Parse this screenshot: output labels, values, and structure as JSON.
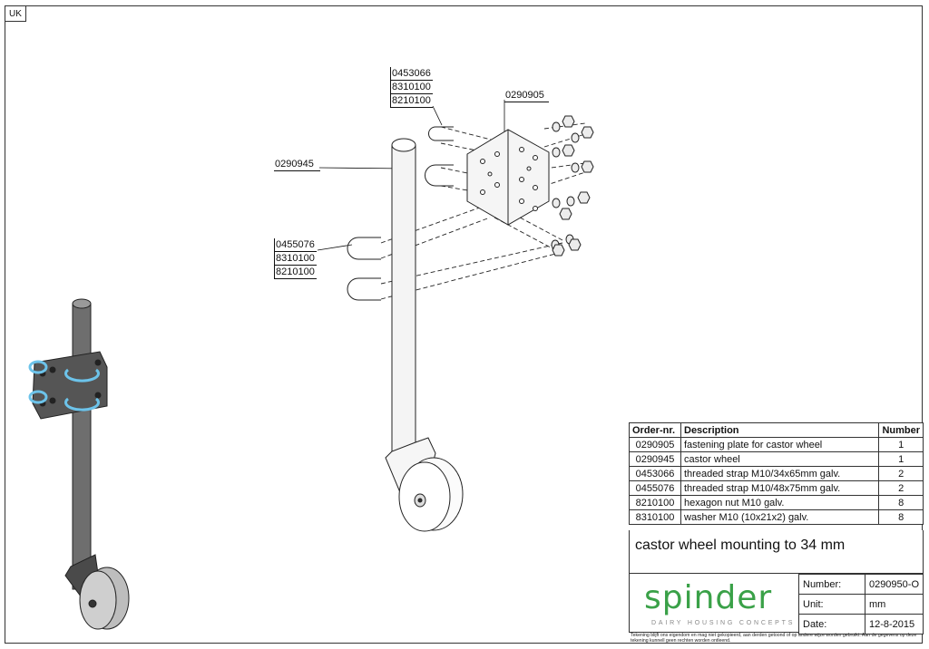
{
  "language_code": "UK",
  "callouts": {
    "strap_small": [
      "0453066",
      "8310100",
      "8210100"
    ],
    "plate": "0290905",
    "wheel": "0290945",
    "strap_large": [
      "0455076",
      "8310100",
      "8210100"
    ]
  },
  "parts_table": {
    "headers": {
      "order": "Order-nr.",
      "description": "Description",
      "number": "Number"
    },
    "rows": [
      {
        "order": "0290905",
        "description": "fastening plate for castor wheel",
        "number": "1"
      },
      {
        "order": "0290945",
        "description": "castor wheel",
        "number": "1"
      },
      {
        "order": "0453066",
        "description": "threaded strap M10/34x65mm galv.",
        "number": "2"
      },
      {
        "order": "0455076",
        "description": "threaded strap M10/48x75mm galv.",
        "number": "2"
      },
      {
        "order": "8210100",
        "description": "hexagon nut M10 galv.",
        "number": "8"
      },
      {
        "order": "8310100",
        "description": "washer M10 (10x21x2) galv.",
        "number": "8"
      }
    ]
  },
  "drawing_title": "castor wheel mounting to 34 mm",
  "logo": {
    "name": "spinder",
    "tagline": "DAIRY HOUSING CONCEPTS",
    "color": "#3aa148"
  },
  "meta": {
    "number_label": "Number:",
    "number_value": "0290950-O",
    "unit_label": "Unit:",
    "unit_value": "mm",
    "date_label": "Date:",
    "date_value": "12-8-2015"
  },
  "disclaimer": "Tekening blijft ons eigendom en mag niet gekopieerd, aan derden getoond of op andere wijze worden gebruikt. Aan de gegevens op deze tekening kunnell geen rechten worden ontleend."
}
